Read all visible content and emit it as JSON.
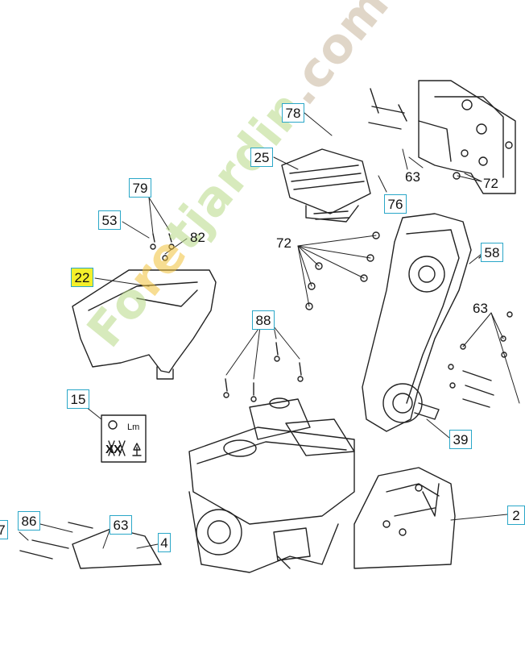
{
  "callouts": {
    "c78": "78",
    "c25": "25",
    "c76": "76",
    "c79": "79",
    "c53": "53",
    "c22": "22",
    "c58": "58",
    "c88": "88",
    "c15": "15",
    "c39": "39",
    "c86": "86",
    "c63b": "63",
    "c4": "4",
    "c2": "2",
    "c7": "7"
  },
  "labels": {
    "l63a": "63",
    "l72a": "72",
    "l82": "82",
    "l72b": "72",
    "l63c": "63"
  },
  "decal_text": {
    "lm": "Lm",
    "xx": "XX"
  },
  "watermark": {
    "part1": "Fo",
    "part2": "re",
    "part3": "tjardin",
    "part4": ".com"
  },
  "colors": {
    "callout_border": "#2aa7c8",
    "highlight": "#f4ef2a",
    "watermark_green": "#b7d987",
    "watermark_yellow": "#f1c23a"
  }
}
